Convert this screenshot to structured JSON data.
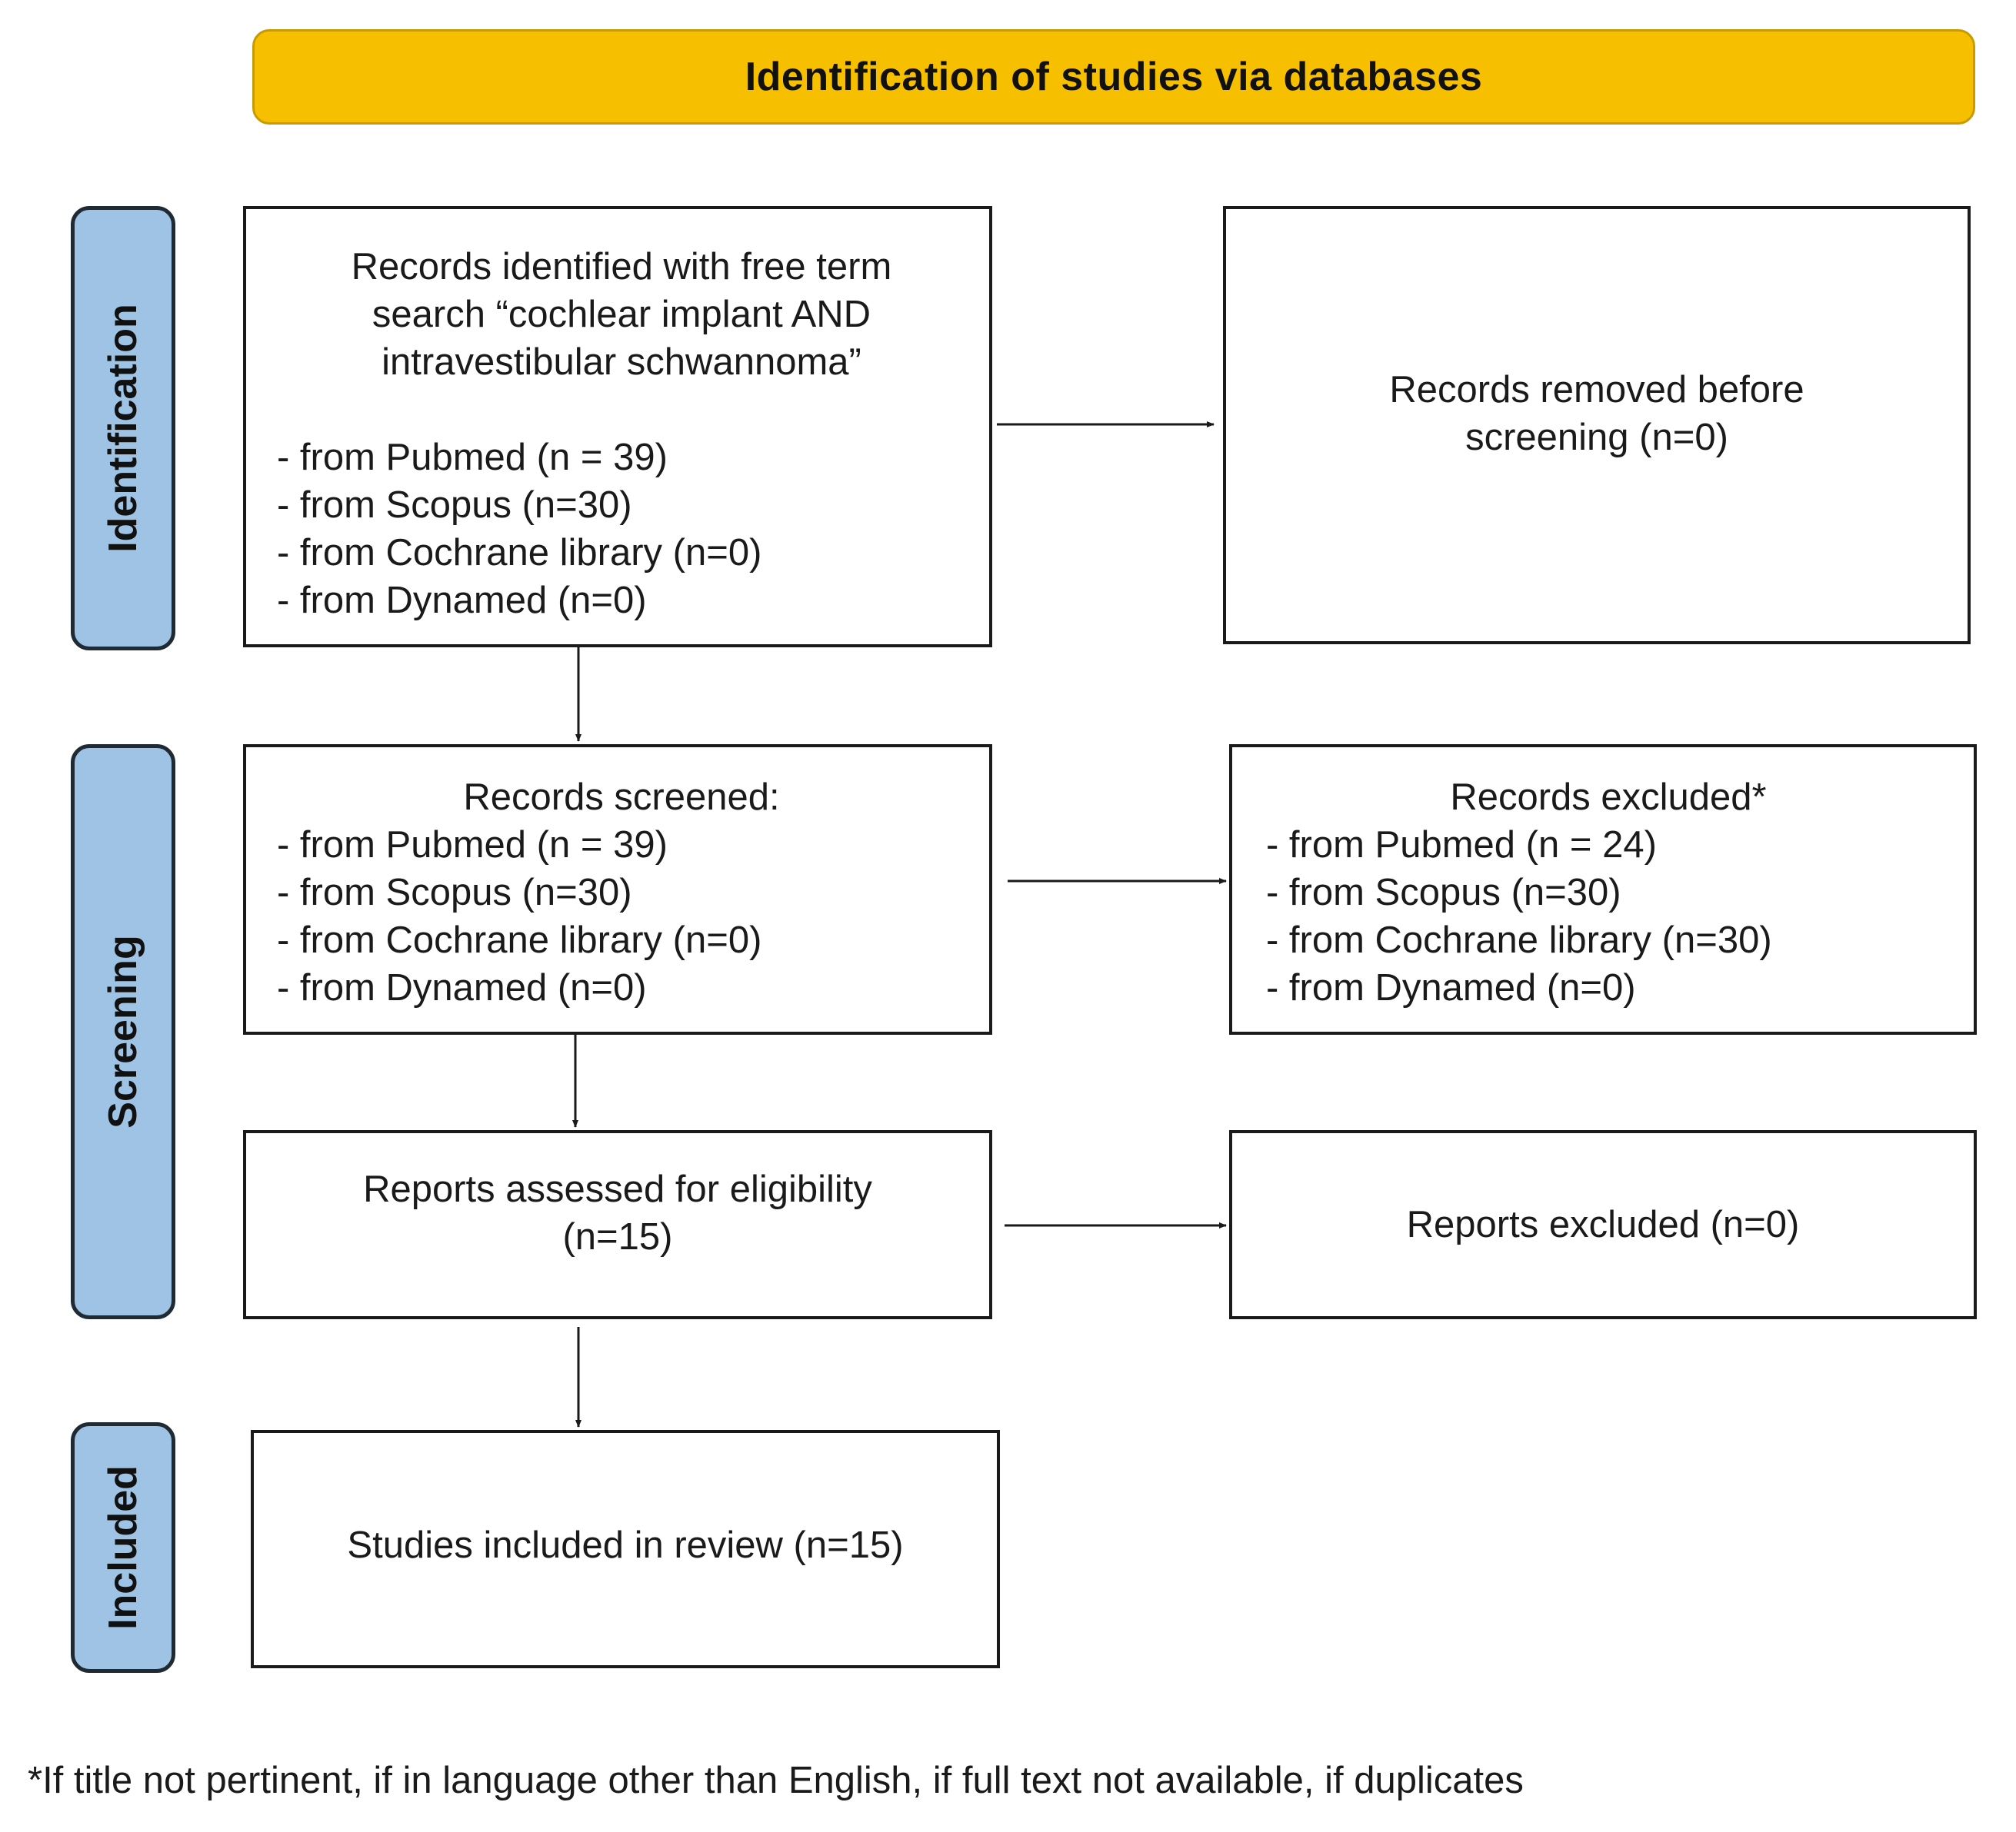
{
  "banner": {
    "title": "Identification of studies via databases"
  },
  "phases": {
    "identification": "Identification",
    "screening": "Screening",
    "included": "Included"
  },
  "boxes": {
    "identified": {
      "heading": "Records identified with free term\nsearch “cochlear implant AND\nintravestibular schwannoma”",
      "items": [
        "- from Pubmed (n = 39)",
        "- from Scopus (n=30)",
        "- from Cochrane library (n=0)",
        "- from Dynamed (n=0)"
      ]
    },
    "removed": {
      "text": "Records removed before\nscreening (n=0)"
    },
    "screened": {
      "heading": "Records screened:",
      "items": [
        "- from Pubmed (n = 39)",
        "- from Scopus (n=30)",
        "- from Cochrane library (n=0)",
        "- from Dynamed (n=0)"
      ]
    },
    "excluded": {
      "heading": "Records excluded*",
      "items": [
        "- from Pubmed (n = 24)",
        "- from Scopus (n=30)",
        "- from Cochrane library (n=30)",
        "- from Dynamed (n=0)"
      ]
    },
    "assessed": {
      "text": "Reports assessed for eligibility\n(n=15)"
    },
    "reports_excluded": {
      "text": "Reports excluded (n=0)"
    },
    "included": {
      "text": "Studies included in review (n=15)"
    }
  },
  "footnote": "*If title not pertinent, if in language other than English, if full text not available, if duplicates"
}
